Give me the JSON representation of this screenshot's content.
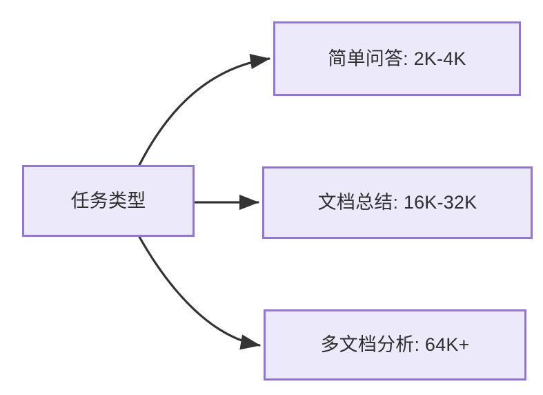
{
  "diagram": {
    "type": "flowchart",
    "direction": "left-to-right",
    "background_color": "#FFFFFF",
    "node_fill_color": "#ECEAFA",
    "node_border_color": "#9274DB",
    "node_text_color": "#2F2F2F",
    "edge_color": "#333333",
    "nodes": [
      {
        "id": "source",
        "label": "任务类型"
      },
      {
        "id": "simple_qa",
        "label": "简单问答: 2K-4K"
      },
      {
        "id": "doc_summary",
        "label": "文档总结: 16K-32K"
      },
      {
        "id": "multi_doc",
        "label": "多文档分析: 64K+"
      }
    ],
    "edges": [
      {
        "from": "source",
        "to": "simple_qa",
        "style": "curved",
        "arrow": "arrow-head-icon",
        "label": ""
      },
      {
        "from": "source",
        "to": "doc_summary",
        "style": "straight",
        "arrow": "arrow-head-icon",
        "label": ""
      },
      {
        "from": "source",
        "to": "multi_doc",
        "style": "curved",
        "arrow": "arrow-head-icon",
        "label": ""
      }
    ]
  }
}
